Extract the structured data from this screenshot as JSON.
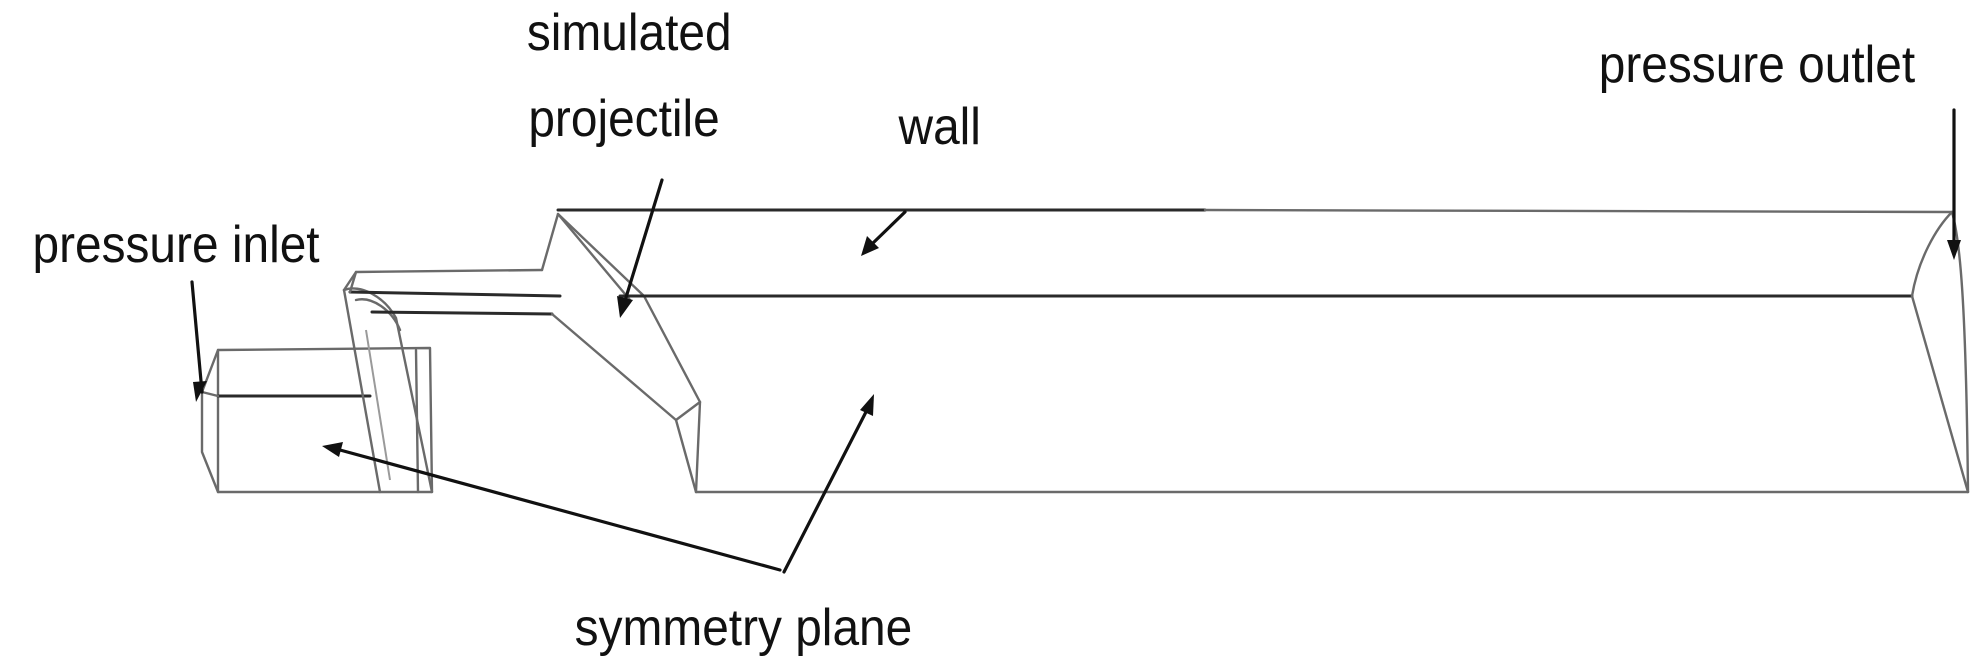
{
  "labels": {
    "pressure_inlet": "pressure inlet",
    "simulated_projectile_line1": "simulated",
    "simulated_projectile_line2": "projectile",
    "wall": "wall",
    "pressure_outlet": "pressure outlet",
    "symmetry_plane": "symmetry plane"
  }
}
